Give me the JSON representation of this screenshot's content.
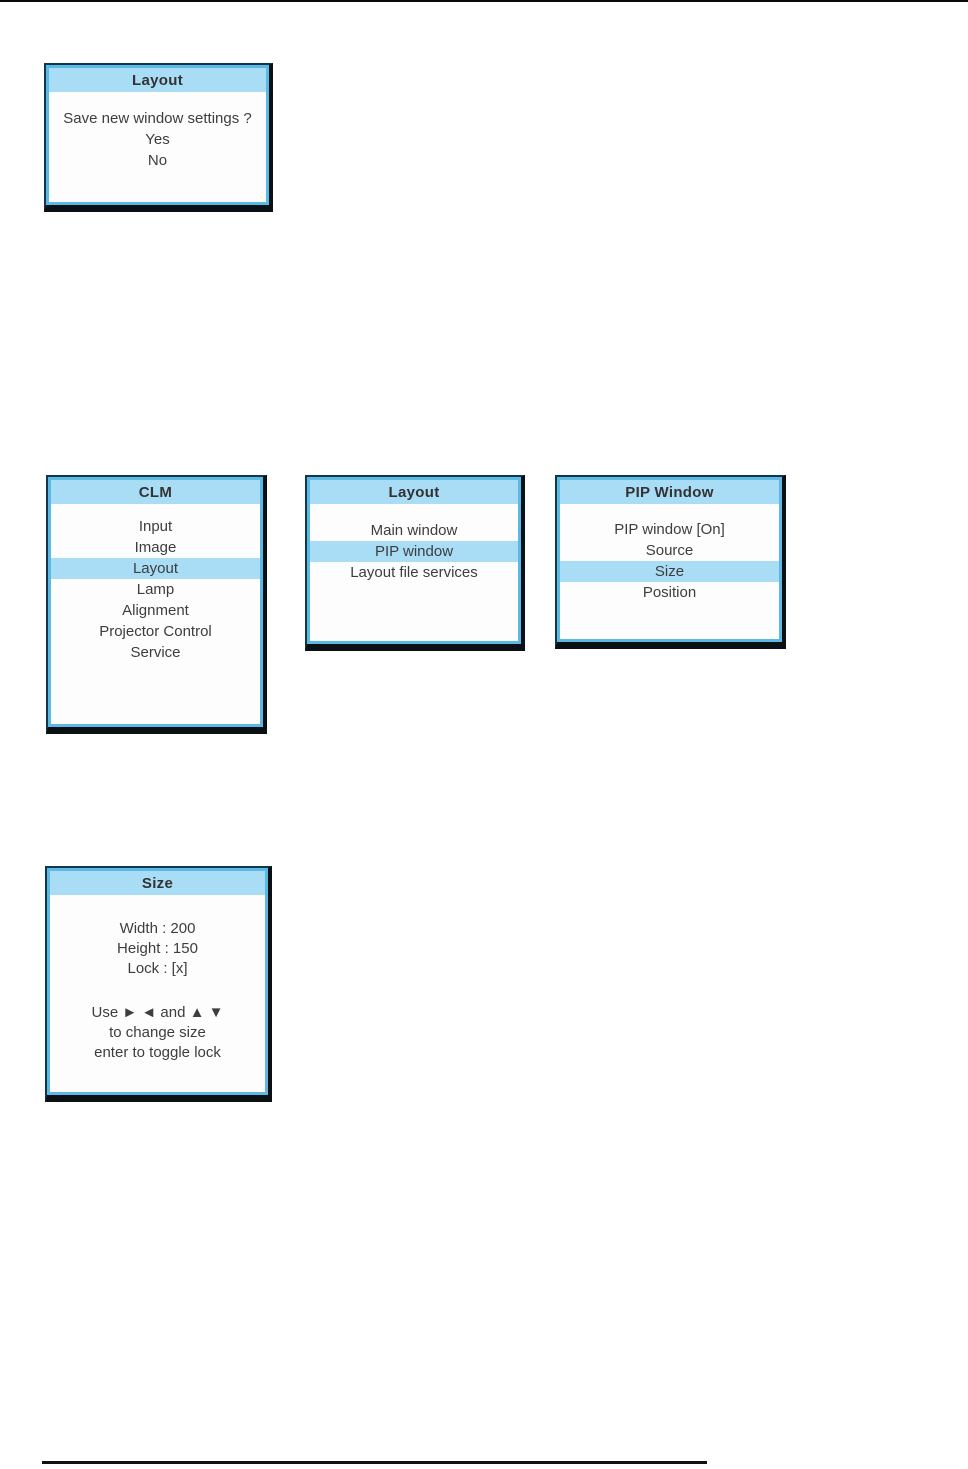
{
  "colors": {
    "header_bg": "#a9dcf5",
    "highlight_bg": "#a9dcf5",
    "frame_blue": "#5bb9e5",
    "frame_dark": "#14364a",
    "shadow_dark": "#0b1015",
    "text": "#3d3d3d",
    "rule": "#111111"
  },
  "save_dialog": {
    "title": "Layout",
    "question": "Save new window settings ?",
    "options": [
      "Yes",
      "No"
    ]
  },
  "clm_menu": {
    "title": "CLM",
    "items": [
      "Input",
      "Image",
      "Layout",
      "Lamp",
      "Alignment",
      "Projector Control",
      "Service"
    ],
    "selected": "Layout"
  },
  "layout_menu": {
    "title": "Layout",
    "items": [
      "Main window",
      "PIP window",
      "Layout file services"
    ],
    "selected": "PIP window"
  },
  "pip_menu": {
    "title": "PIP Window",
    "items": [
      "PIP window [On]",
      "Source",
      "Size",
      "Position"
    ],
    "selected": "Size"
  },
  "size_dialog": {
    "title": "Size",
    "lines": [
      "Width : 200",
      "Height : 150",
      "Lock : [x]"
    ],
    "width_value": 200,
    "height_value": 150,
    "lock_checked": true,
    "instructions": [
      "Use ► ◄ and ▲ ▼",
      "to change size",
      "enter to toggle lock"
    ]
  }
}
